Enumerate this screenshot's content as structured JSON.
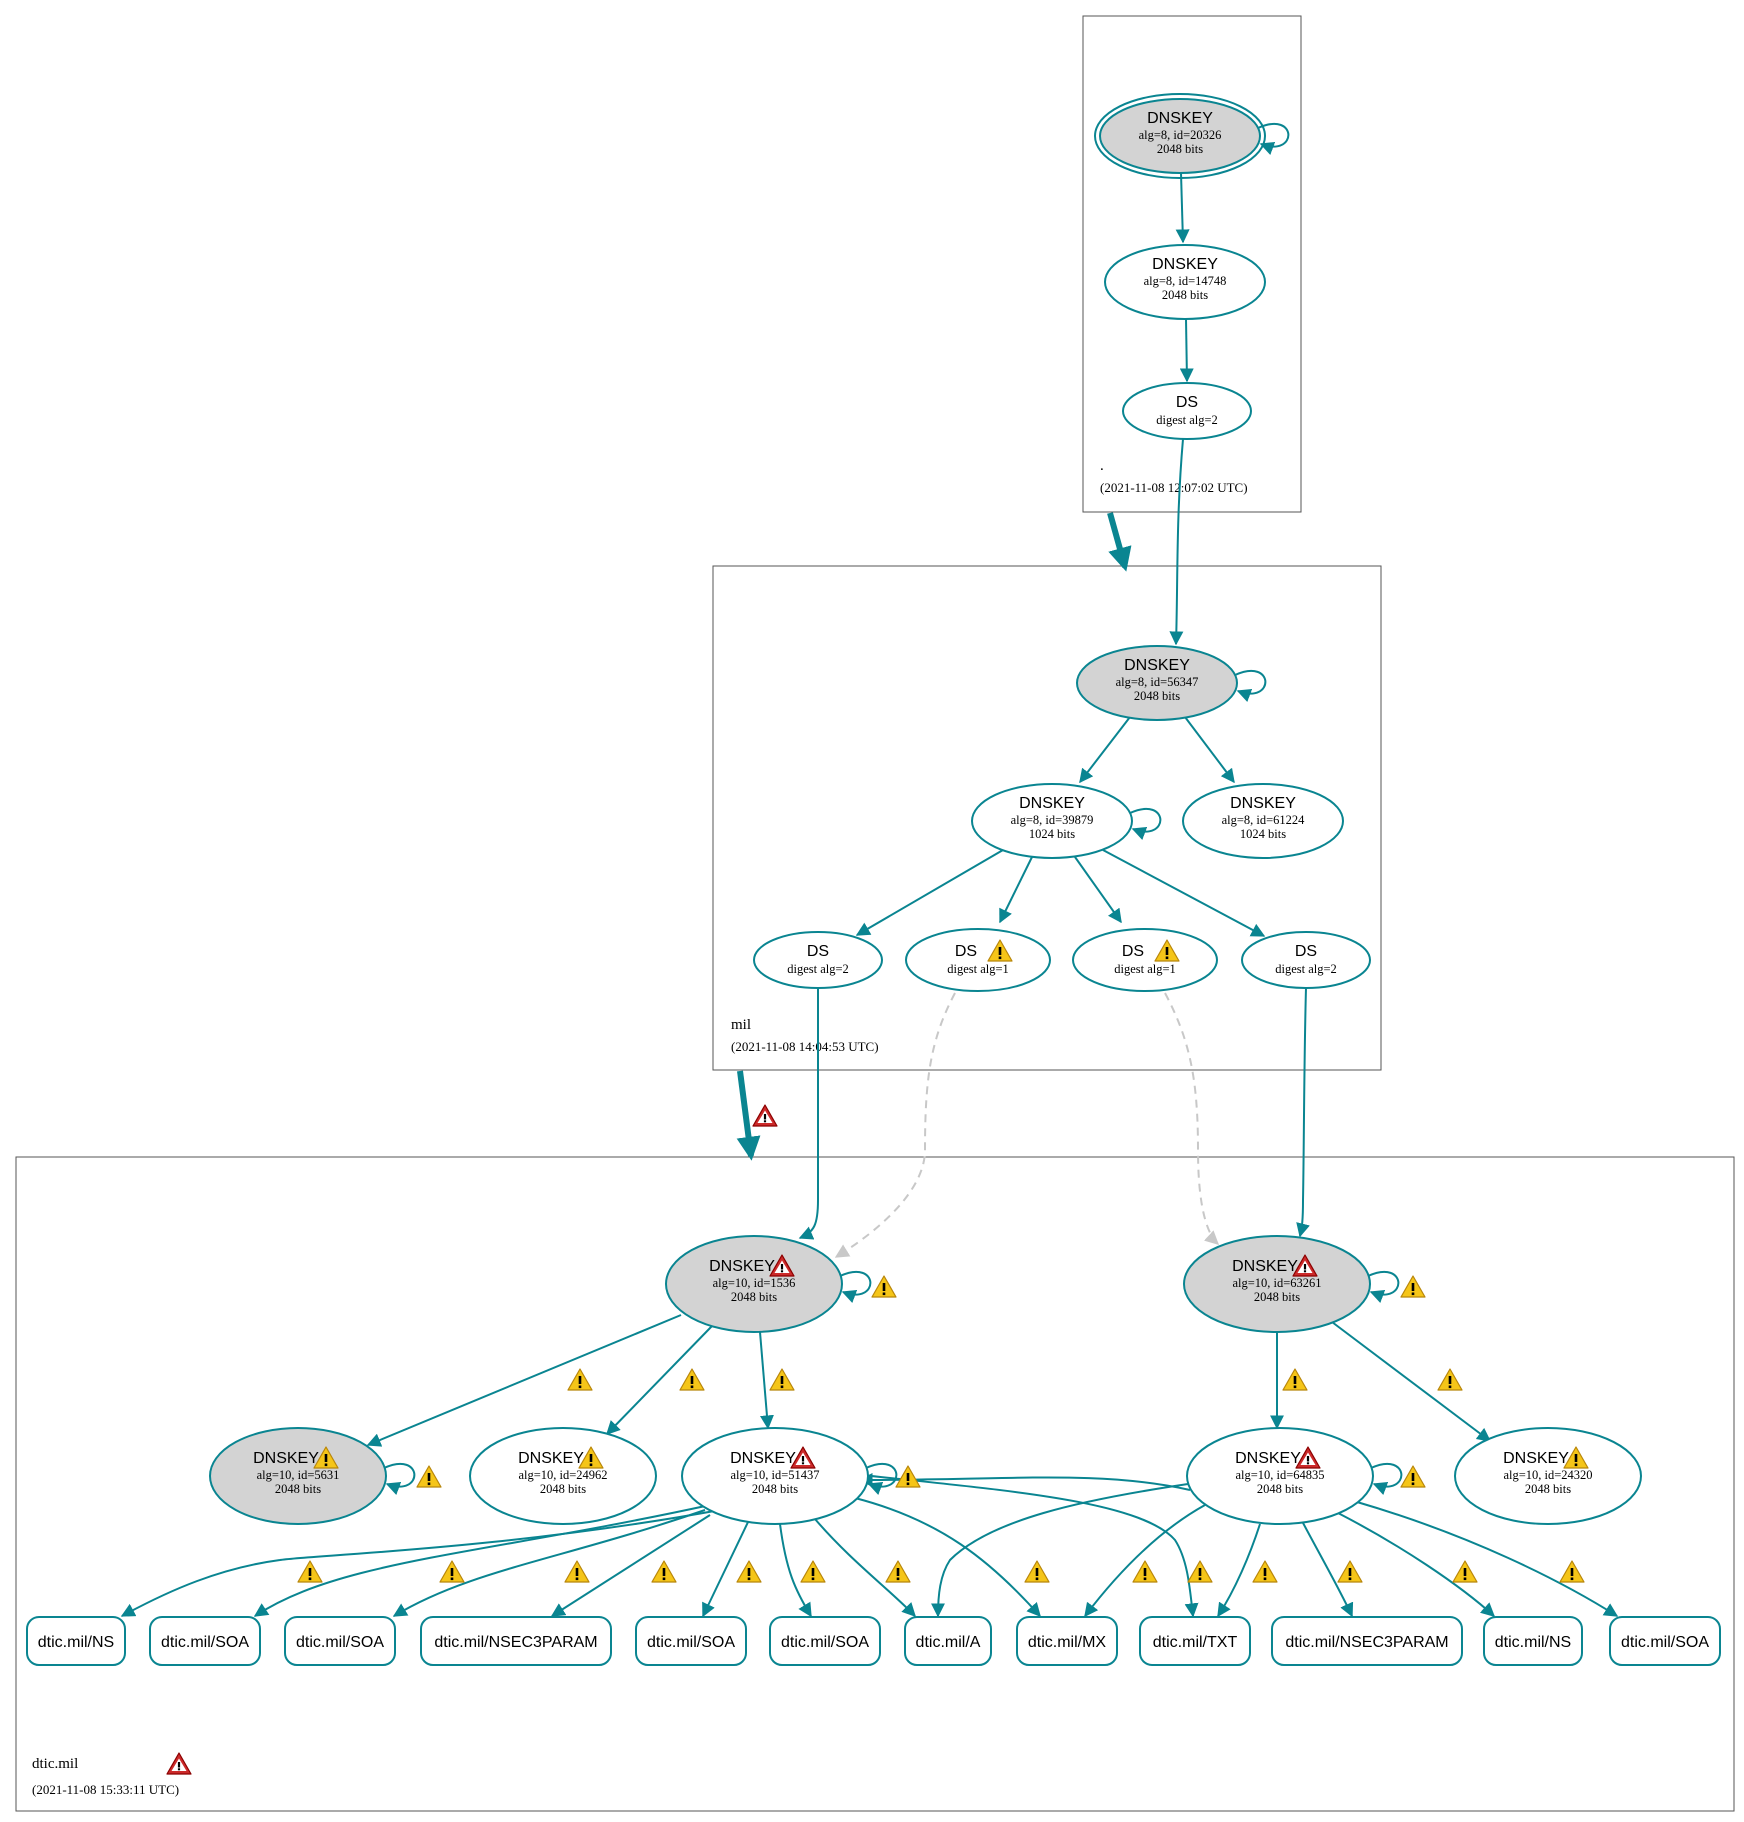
{
  "colors": {
    "edge": "#0a8591",
    "dashed_edge": "#c8c8c8",
    "selfsigned_fill": "#d3d3d3",
    "node_fill": "#ffffff",
    "warning": "#f5c518",
    "error": "#cc2a2a"
  },
  "zones": [
    {
      "id": "root",
      "name": ".",
      "timestamp": "(2021-11-08 12:07:02 UTC)",
      "status": ""
    },
    {
      "id": "mil",
      "name": "mil",
      "timestamp": "(2021-11-08 14:04:53 UTC)",
      "status": ""
    },
    {
      "id": "dtic",
      "name": "dtic.mil",
      "timestamp": "(2021-11-08 15:33:11 UTC)",
      "status": "error"
    }
  ],
  "nodes": [
    {
      "id": "root_ksk",
      "zone": "root",
      "type": "DNSKEY",
      "title": "DNSKEY",
      "detail1": "alg=8, id=20326",
      "detail2": "2048 bits",
      "filled": true,
      "trust_anchor": true,
      "status": ""
    },
    {
      "id": "root_zsk",
      "zone": "root",
      "type": "DNSKEY",
      "title": "DNSKEY",
      "detail1": "alg=8, id=14748",
      "detail2": "2048 bits",
      "filled": false,
      "status": ""
    },
    {
      "id": "root_ds",
      "zone": "root",
      "type": "DS",
      "title": "DS",
      "detail1": "digest alg=2",
      "detail2": "",
      "filled": false,
      "status": ""
    },
    {
      "id": "mil_ksk",
      "zone": "mil",
      "type": "DNSKEY",
      "title": "DNSKEY",
      "detail1": "alg=8, id=56347",
      "detail2": "2048 bits",
      "filled": true,
      "status": ""
    },
    {
      "id": "mil_zsk1",
      "zone": "mil",
      "type": "DNSKEY",
      "title": "DNSKEY",
      "detail1": "alg=8, id=39879",
      "detail2": "1024 bits",
      "filled": false,
      "status": ""
    },
    {
      "id": "mil_zsk2",
      "zone": "mil",
      "type": "DNSKEY",
      "title": "DNSKEY",
      "detail1": "alg=8, id=61224",
      "detail2": "1024 bits",
      "filled": false,
      "status": ""
    },
    {
      "id": "mil_ds1",
      "zone": "mil",
      "type": "DS",
      "title": "DS",
      "detail1": "digest alg=2",
      "detail2": "",
      "filled": false,
      "status": ""
    },
    {
      "id": "mil_ds2",
      "zone": "mil",
      "type": "DS",
      "title": "DS",
      "detail1": "digest alg=1",
      "detail2": "",
      "filled": false,
      "status": "warning"
    },
    {
      "id": "mil_ds3",
      "zone": "mil",
      "type": "DS",
      "title": "DS",
      "detail1": "digest alg=1",
      "detail2": "",
      "filled": false,
      "status": "warning"
    },
    {
      "id": "mil_ds4",
      "zone": "mil",
      "type": "DS",
      "title": "DS",
      "detail1": "digest alg=2",
      "detail2": "",
      "filled": false,
      "status": ""
    },
    {
      "id": "k1536",
      "zone": "dtic",
      "type": "DNSKEY",
      "title": "DNSKEY",
      "detail1": "alg=10, id=1536",
      "detail2": "2048 bits",
      "filled": true,
      "status": "error"
    },
    {
      "id": "k63261",
      "zone": "dtic",
      "type": "DNSKEY",
      "title": "DNSKEY",
      "detail1": "alg=10, id=63261",
      "detail2": "2048 bits",
      "filled": true,
      "status": "error"
    },
    {
      "id": "k5631",
      "zone": "dtic",
      "type": "DNSKEY",
      "title": "DNSKEY",
      "detail1": "alg=10, id=5631",
      "detail2": "2048 bits",
      "filled": true,
      "status": "warning"
    },
    {
      "id": "k24962",
      "zone": "dtic",
      "type": "DNSKEY",
      "title": "DNSKEY",
      "detail1": "alg=10, id=24962",
      "detail2": "2048 bits",
      "filled": false,
      "status": "warning"
    },
    {
      "id": "k51437",
      "zone": "dtic",
      "type": "DNSKEY",
      "title": "DNSKEY",
      "detail1": "alg=10, id=51437",
      "detail2": "2048 bits",
      "filled": false,
      "status": "error"
    },
    {
      "id": "k64835",
      "zone": "dtic",
      "type": "DNSKEY",
      "title": "DNSKEY",
      "detail1": "alg=10, id=64835",
      "detail2": "2048 bits",
      "filled": false,
      "status": "error"
    },
    {
      "id": "k24320",
      "zone": "dtic",
      "type": "DNSKEY",
      "title": "DNSKEY",
      "detail1": "alg=10, id=24320",
      "detail2": "2048 bits",
      "filled": false,
      "status": "warning"
    },
    {
      "id": "rr1",
      "zone": "dtic",
      "type": "RRset",
      "title": "dtic.mil/NS",
      "status": ""
    },
    {
      "id": "rr2",
      "zone": "dtic",
      "type": "RRset",
      "title": "dtic.mil/SOA",
      "status": ""
    },
    {
      "id": "rr3",
      "zone": "dtic",
      "type": "RRset",
      "title": "dtic.mil/SOA",
      "status": ""
    },
    {
      "id": "rr4",
      "zone": "dtic",
      "type": "RRset",
      "title": "dtic.mil/NSEC3PARAM",
      "status": ""
    },
    {
      "id": "rr5",
      "zone": "dtic",
      "type": "RRset",
      "title": "dtic.mil/SOA",
      "status": ""
    },
    {
      "id": "rr6",
      "zone": "dtic",
      "type": "RRset",
      "title": "dtic.mil/SOA",
      "status": ""
    },
    {
      "id": "rr7",
      "zone": "dtic",
      "type": "RRset",
      "title": "dtic.mil/A",
      "status": ""
    },
    {
      "id": "rr8",
      "zone": "dtic",
      "type": "RRset",
      "title": "dtic.mil/MX",
      "status": ""
    },
    {
      "id": "rr9",
      "zone": "dtic",
      "type": "RRset",
      "title": "dtic.mil/TXT",
      "status": ""
    },
    {
      "id": "rr10",
      "zone": "dtic",
      "type": "RRset",
      "title": "dtic.mil/NSEC3PARAM",
      "status": ""
    },
    {
      "id": "rr11",
      "zone": "dtic",
      "type": "RRset",
      "title": "dtic.mil/NS",
      "status": ""
    },
    {
      "id": "rr12",
      "zone": "dtic",
      "type": "RRset",
      "title": "dtic.mil/SOA",
      "status": ""
    }
  ],
  "edges": [
    {
      "from": "root_ksk",
      "to": "root_zsk",
      "style": "solid",
      "status": ""
    },
    {
      "from": "root_zsk",
      "to": "root_ds",
      "style": "solid",
      "status": ""
    },
    {
      "from": "root_ds",
      "to": "mil_ksk",
      "style": "solid",
      "status": ""
    },
    {
      "from": "mil_ksk",
      "to": "mil_zsk1",
      "style": "solid",
      "status": ""
    },
    {
      "from": "mil_ksk",
      "to": "mil_zsk2",
      "style": "solid",
      "status": ""
    },
    {
      "from": "mil_zsk1",
      "to": "mil_ds1",
      "style": "solid",
      "status": ""
    },
    {
      "from": "mil_zsk1",
      "to": "mil_ds2",
      "style": "solid",
      "status": ""
    },
    {
      "from": "mil_zsk1",
      "to": "mil_ds3",
      "style": "solid",
      "status": ""
    },
    {
      "from": "mil_zsk1",
      "to": "mil_ds4",
      "style": "solid",
      "status": ""
    },
    {
      "from": "mil_ds1",
      "to": "k1536",
      "style": "solid",
      "status": ""
    },
    {
      "from": "mil_ds2",
      "to": "k1536",
      "style": "dashed",
      "status": ""
    },
    {
      "from": "mil_ds3",
      "to": "k63261",
      "style": "dashed",
      "status": ""
    },
    {
      "from": "mil_ds4",
      "to": "k63261",
      "style": "solid",
      "status": ""
    },
    {
      "from": "k1536",
      "to": "k5631",
      "style": "solid",
      "status": "warning"
    },
    {
      "from": "k1536",
      "to": "k24962",
      "style": "solid",
      "status": "warning"
    },
    {
      "from": "k1536",
      "to": "k51437",
      "style": "solid",
      "status": "warning"
    },
    {
      "from": "k63261",
      "to": "k64835",
      "style": "solid",
      "status": "warning"
    },
    {
      "from": "k63261",
      "to": "k24320",
      "style": "solid",
      "status": "warning"
    },
    {
      "from": "k51437",
      "to": "rr1",
      "style": "solid",
      "status": "warning"
    },
    {
      "from": "k51437",
      "to": "rr2",
      "style": "solid",
      "status": "warning"
    },
    {
      "from": "k51437",
      "to": "rr3",
      "style": "solid",
      "status": "warning"
    },
    {
      "from": "k51437",
      "to": "rr4",
      "style": "solid",
      "status": "warning"
    },
    {
      "from": "k51437",
      "to": "rr5",
      "style": "solid",
      "status": "warning"
    },
    {
      "from": "k51437",
      "to": "rr6",
      "style": "solid",
      "status": "warning"
    },
    {
      "from": "k51437",
      "to": "rr7",
      "style": "solid",
      "status": "warning"
    },
    {
      "from": "k51437",
      "to": "rr8",
      "style": "solid",
      "status": "warning"
    },
    {
      "from": "k51437",
      "to": "rr9",
      "style": "solid",
      "status": "warning"
    },
    {
      "from": "k64835",
      "to": "rr7",
      "style": "solid",
      "status": "warning"
    },
    {
      "from": "k64835",
      "to": "rr8",
      "style": "solid",
      "status": "warning"
    },
    {
      "from": "k64835",
      "to": "rr9",
      "style": "solid",
      "status": "warning"
    },
    {
      "from": "k64835",
      "to": "k51437",
      "style": "solid",
      "status": ""
    },
    {
      "from": "k64835",
      "to": "rr10",
      "style": "solid",
      "status": "warning"
    },
    {
      "from": "k64835",
      "to": "rr11",
      "style": "solid",
      "status": "warning"
    },
    {
      "from": "k64835",
      "to": "rr12",
      "style": "solid",
      "status": "warning"
    }
  ],
  "self_loops": [
    {
      "node": "root_ksk",
      "status": ""
    },
    {
      "node": "mil_ksk",
      "status": ""
    },
    {
      "node": "mil_zsk1",
      "status": ""
    },
    {
      "node": "k1536",
      "status": "warning"
    },
    {
      "node": "k63261",
      "status": "warning"
    },
    {
      "node": "k5631",
      "status": "warning"
    },
    {
      "node": "k51437",
      "status": "warning"
    },
    {
      "node": "k64835",
      "status": "warning"
    }
  ],
  "delegations": [
    {
      "from": "root",
      "to": "mil",
      "status": ""
    },
    {
      "from": "mil",
      "to": "dtic",
      "status": "error"
    }
  ]
}
